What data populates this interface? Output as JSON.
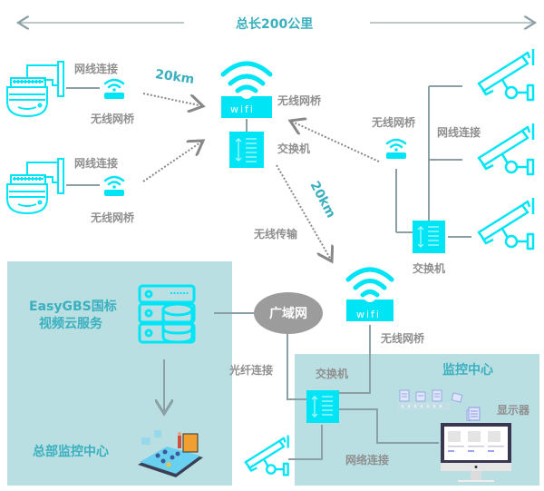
{
  "header": {
    "total_length_label": "总长200公里"
  },
  "colors": {
    "accent_cyan": "#00e5f5",
    "title_teal": "#3ab0bf",
    "label_gray": "#8f8f8f",
    "line_gray": "#8aa0a4",
    "panel_bg": "#b9dfe2",
    "wan_gray": "#9c9c9c"
  },
  "left_sites": [
    {
      "cable_label": "网线连接",
      "bridge_label": "无线网桥",
      "icon": "dome-camera-icon"
    },
    {
      "cable_label": "网线连接",
      "bridge_label": "无线网桥",
      "icon": "dome-camera-icon"
    }
  ],
  "distance_labels": {
    "upper": "20km",
    "diagonal": "20km"
  },
  "central_relay": {
    "bridge_label": "无线网桥",
    "switch_label": "交换机",
    "wifi_text": "wifi"
  },
  "right_site": {
    "bridge_label": "无线网桥",
    "cable_label": "网线连接",
    "switch_label": "交换机"
  },
  "wireless_transmission_label": "无线传输",
  "lower_bridge": {
    "bridge_label": "无线网桥",
    "wifi_text": "wifi"
  },
  "wan": {
    "label": "广域网",
    "fiber_label": "光纤连接"
  },
  "hq_panel": {
    "service_title_line1": "EasyGBS国标",
    "service_title_line2": "视频云服务",
    "center_title": "总部监控中心"
  },
  "monitor_panel": {
    "title": "监控中心",
    "switch_label": "交换机",
    "display_label": "显示器",
    "network_label": "网络连接"
  }
}
